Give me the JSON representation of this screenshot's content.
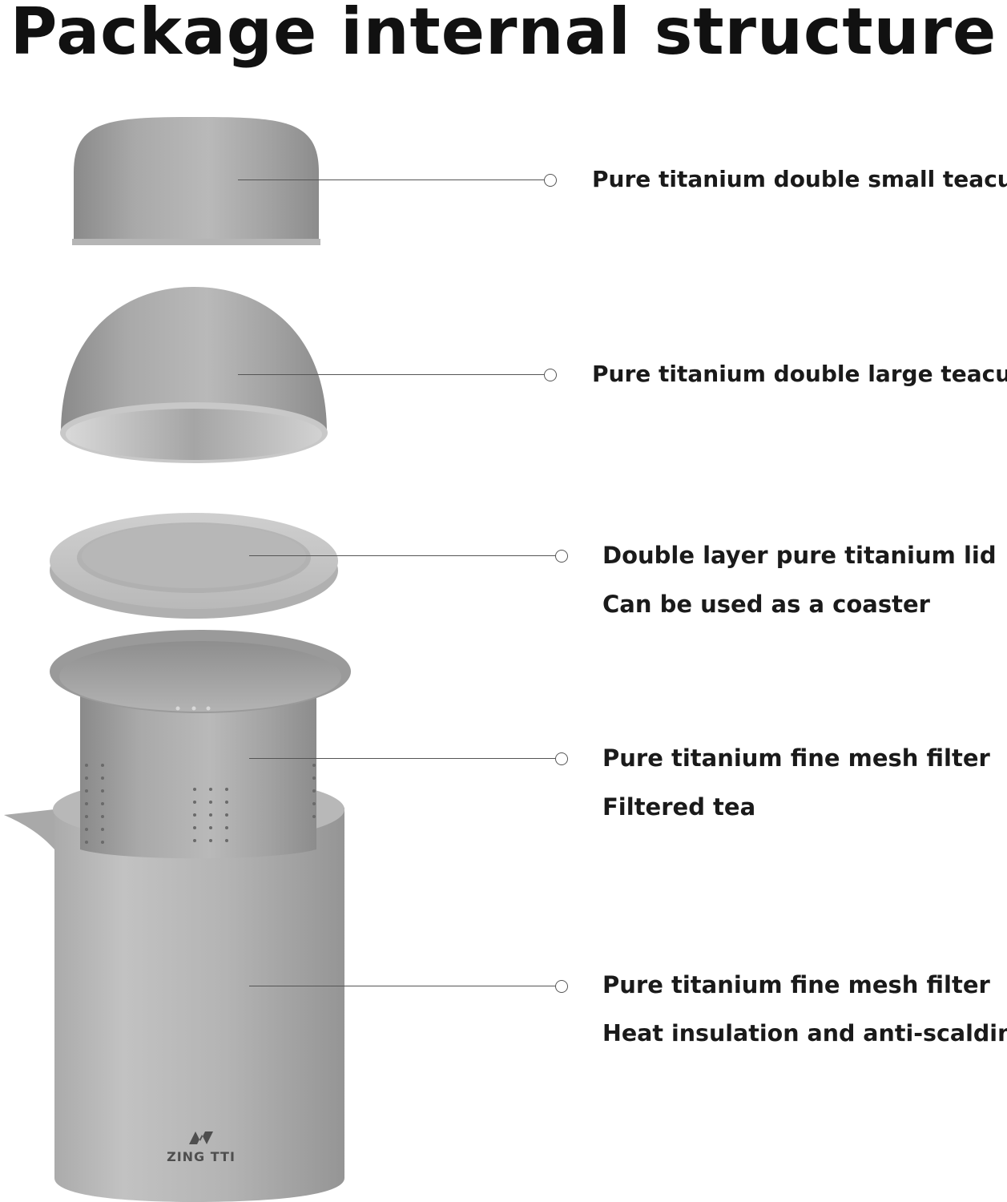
{
  "title": "Package internal structure",
  "brand": {
    "mark": "ZING TTI"
  },
  "components": [
    {
      "id": "small-teacup",
      "lines": [
        "Pure titanium double small teacup"
      ]
    },
    {
      "id": "large-teacup",
      "lines": [
        "Pure titanium double large teacup"
      ]
    },
    {
      "id": "lid",
      "lines": [
        "Double layer pure titanium lid",
        "Can be used as a coaster"
      ]
    },
    {
      "id": "filter",
      "lines": [
        "Pure titanium fine mesh filter",
        "Filtered tea"
      ]
    },
    {
      "id": "pitcher",
      "lines": [
        "Pure titanium fine mesh filter",
        "Heat insulation and anti-scalding"
      ]
    }
  ],
  "colors": {
    "text": "#1a1a1a",
    "metal_light": "#c9c9c9",
    "metal_mid": "#9d9d9d",
    "metal_dark": "#7c7c7c",
    "callout": "#555555"
  }
}
